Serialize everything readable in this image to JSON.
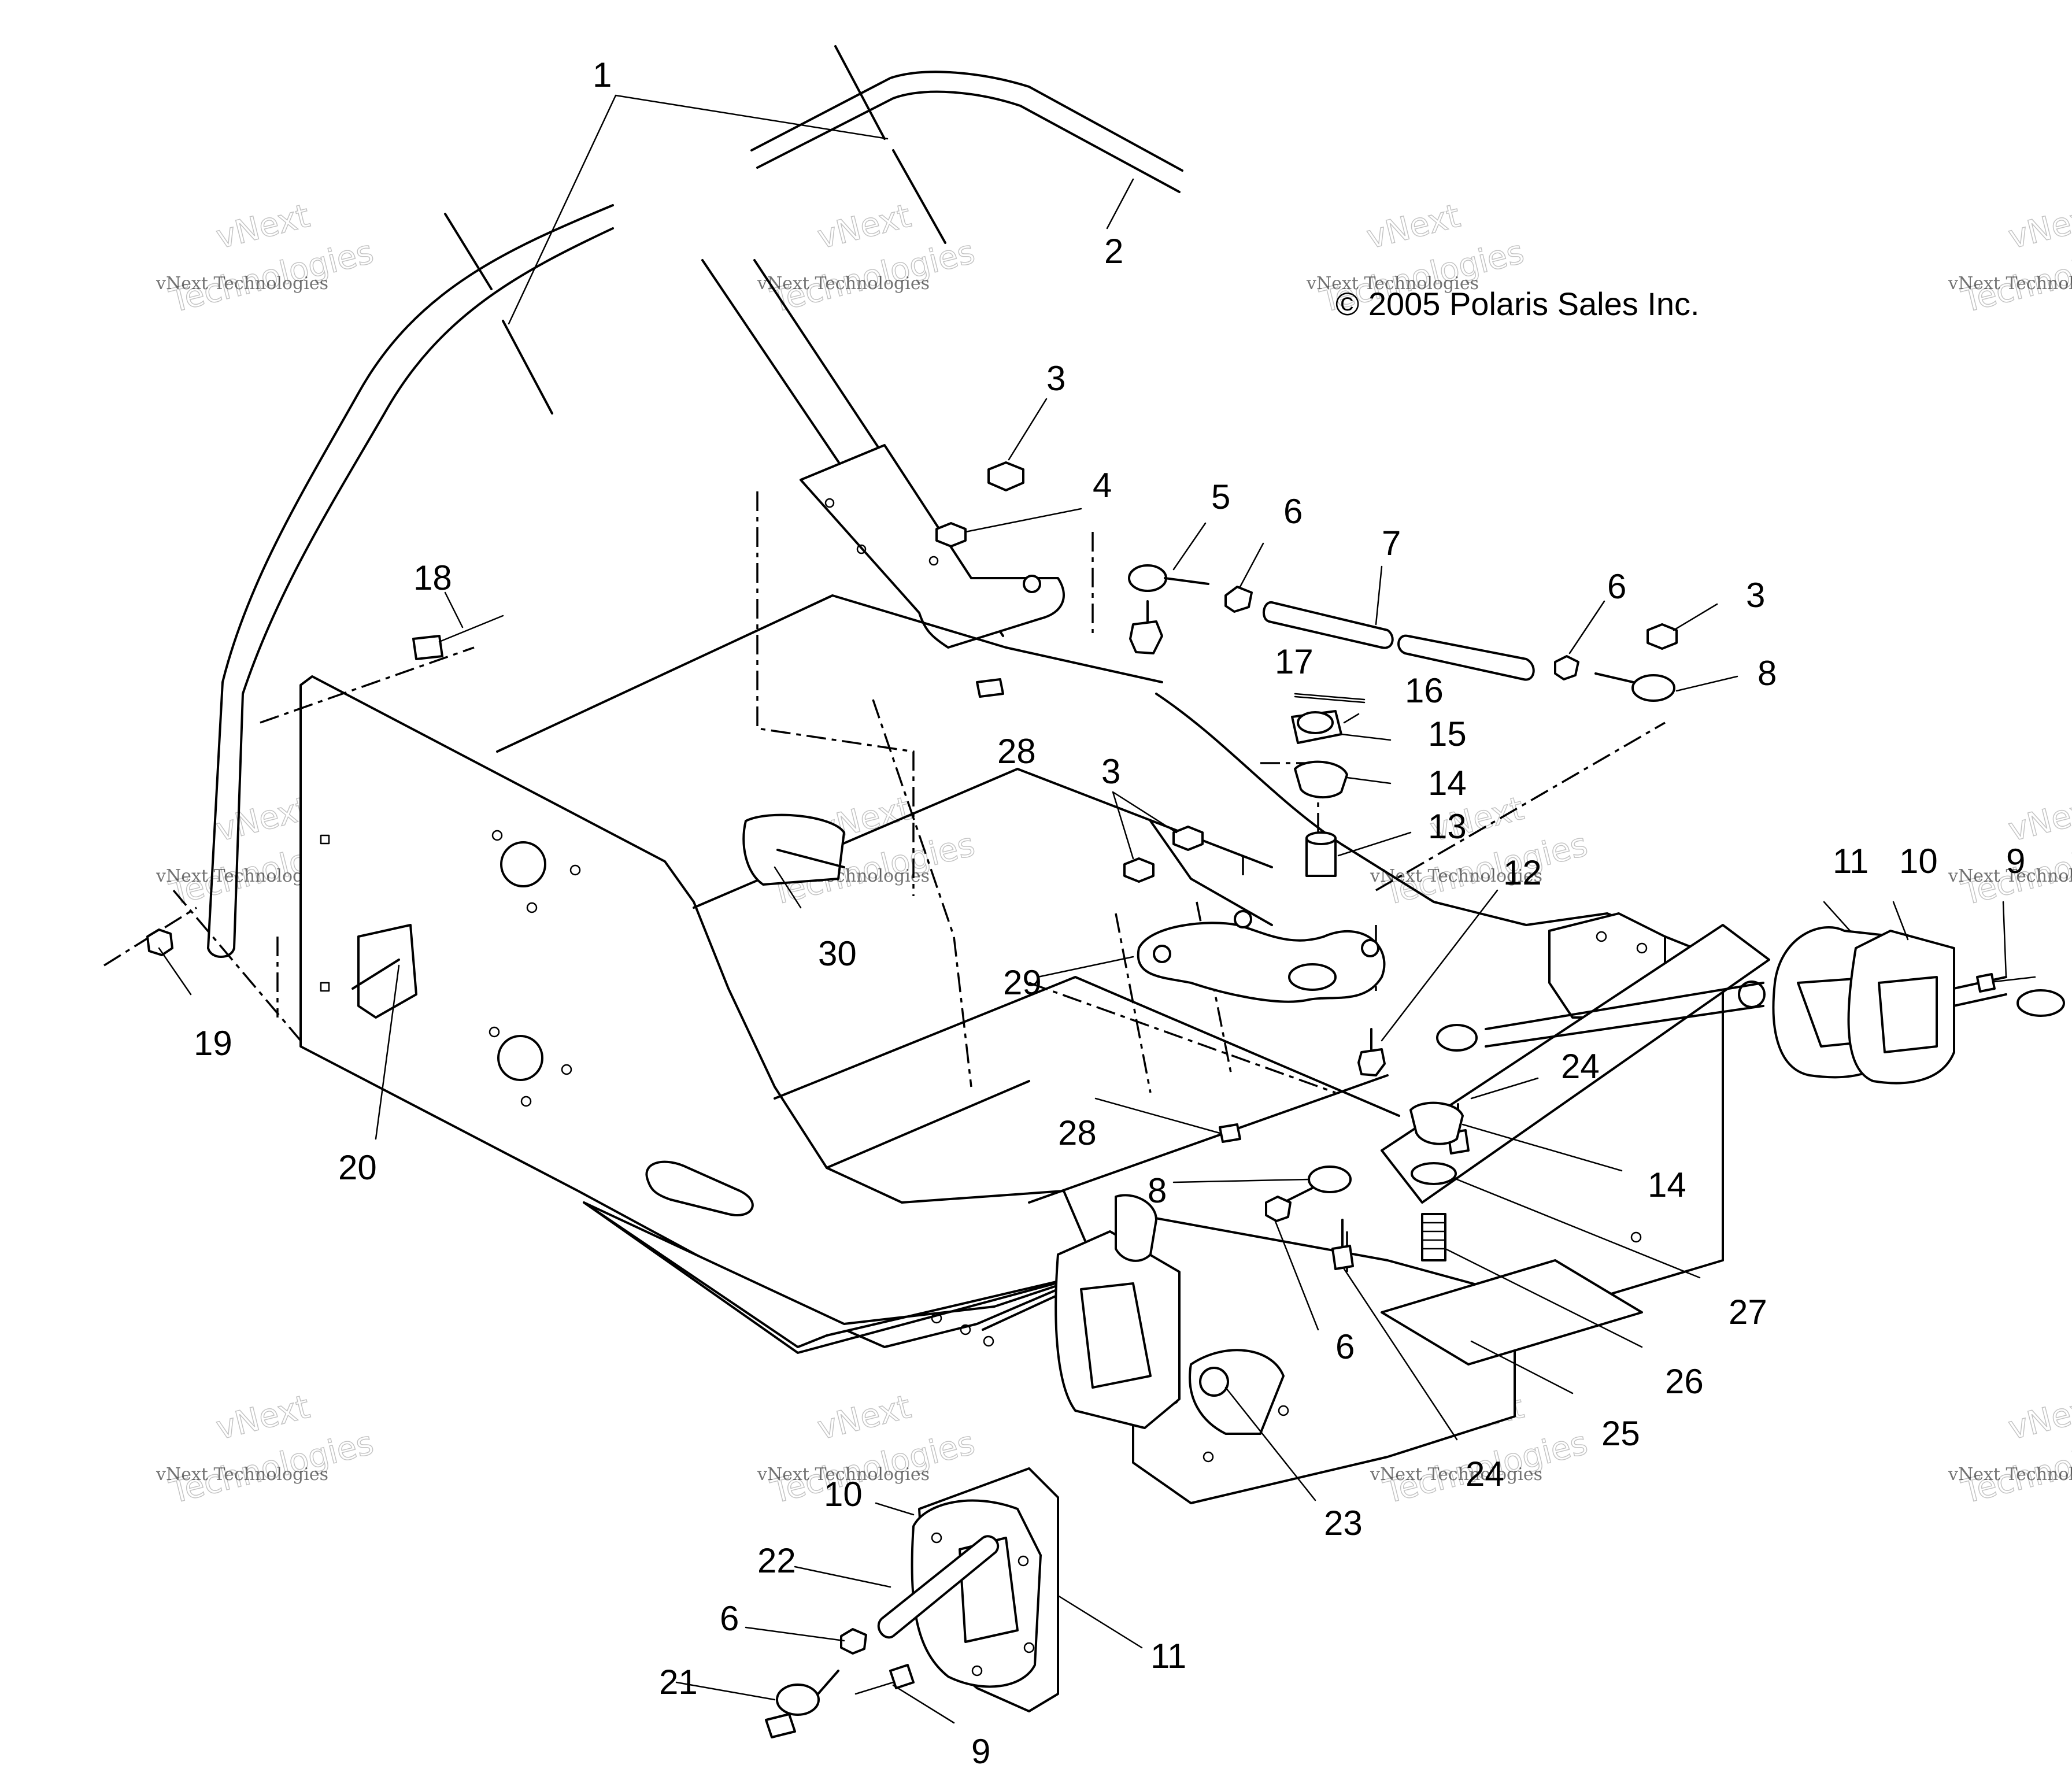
{
  "diagram": {
    "copyright": "© 2005 Polaris Sales Inc.",
    "watermark": {
      "line1": "vNext Technologies",
      "line2": "vNext",
      "line3": "Technologies"
    },
    "callouts": [
      "1",
      "2",
      "3",
      "4",
      "5",
      "6",
      "7",
      "6",
      "3",
      "8",
      "18",
      "17",
      "16",
      "15",
      "28",
      "14",
      "13",
      "3",
      "12",
      "11",
      "10",
      "9",
      "30",
      "29",
      "19",
      "24",
      "20",
      "28",
      "8",
      "14",
      "6",
      "27",
      "26",
      "25",
      "24",
      "23",
      "10",
      "22",
      "6",
      "11",
      "21",
      "9"
    ]
  }
}
